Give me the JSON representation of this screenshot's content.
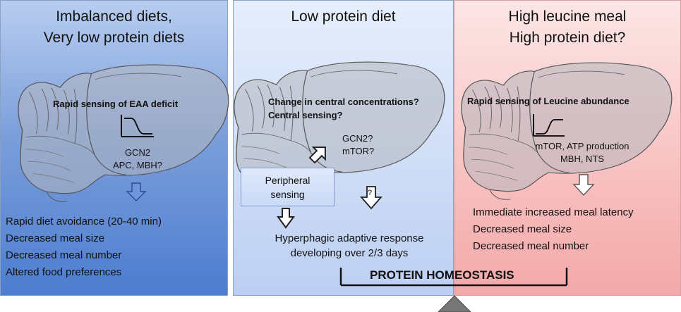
{
  "panels": {
    "left": {
      "title_lines": [
        "Imbalanced diets,",
        "Very low protein diets"
      ],
      "sensing": "Rapid sensing of EAA deficit",
      "mechanisms": [
        "GCN2",
        "APC, MBH?"
      ],
      "outcomes": [
        "Rapid diet avoidance (20-40 min)",
        "Decreased meal size",
        "Decreased meal number",
        "Altered food preferences"
      ]
    },
    "middle": {
      "title": "Low protein diet",
      "central_lines": [
        "Change in central concentrations?",
        "Central sensing?"
      ],
      "mechanisms": [
        "GCN2?",
        "mTOR?"
      ],
      "peripheral_lines": [
        "Peripheral",
        "sensing"
      ],
      "question_mark": "?",
      "outcome_lines": [
        "Hyperphagic adaptive response",
        "developing over 2/3 days"
      ]
    },
    "right": {
      "title_lines": [
        "High leucine meal",
        "High protein diet?"
      ],
      "sensing": "Rapid sensing of Leucine abundance",
      "mechanisms": [
        "mTOR, ATP production",
        "MBH, NTS"
      ],
      "outcomes": [
        "Immediate increased meal latency",
        "Decreased meal size",
        "Decreased meal number"
      ]
    }
  },
  "balance": {
    "label": "PROTEIN HOMEOSTASIS"
  },
  "colors": {
    "left_panel": "#4d7dd0",
    "middle_panel": "#cddcf6",
    "right_panel": "#f3a8a8",
    "fulcrum": "#777777"
  }
}
